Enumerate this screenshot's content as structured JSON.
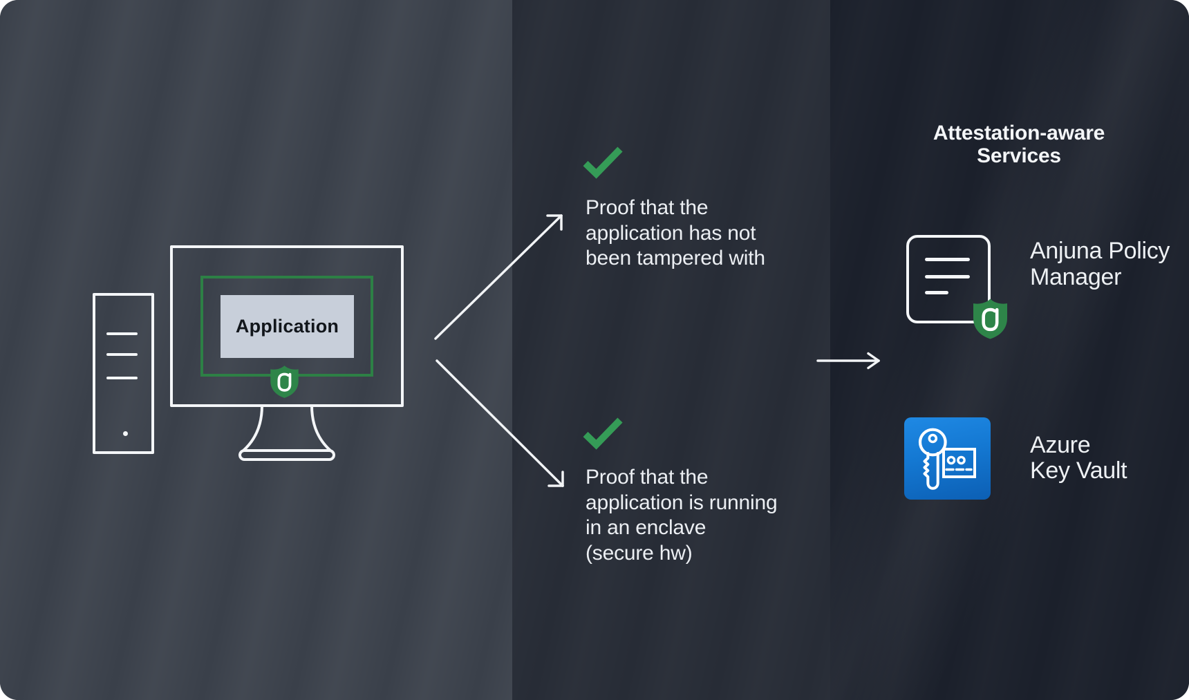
{
  "diagram": {
    "left": {
      "application_label": "Application",
      "icons": [
        "server-tower-icon",
        "monitor-icon",
        "enclave-border",
        "anjuna-shield-icon"
      ]
    },
    "middle": {
      "proofs": [
        {
          "icon": "check-icon",
          "lines": [
            "Proof that the",
            "application has not",
            "been tampered with"
          ]
        },
        {
          "icon": "check-icon",
          "lines": [
            "Proof that the",
            "application is running",
            "in an enclave",
            "(secure hw)"
          ]
        }
      ],
      "icons": [
        "arrow-up-right-icon",
        "arrow-down-right-icon"
      ]
    },
    "right": {
      "title_lines": [
        "Attestation-aware",
        "Services"
      ],
      "services": [
        {
          "icon": "policy-document-shield-icon",
          "label_lines": [
            "Anjuna Policy",
            "Manager"
          ]
        },
        {
          "icon": "azure-key-vault-icon",
          "label_lines": [
            "Azure",
            "Key Vault"
          ]
        }
      ],
      "icons": [
        "arrow-right-icon"
      ]
    },
    "colors": {
      "left_panel_bg": "#3a404a",
      "middle_panel_bg": "#272c36",
      "right_panel_bg": "#1b202b",
      "outline_white": "#f4f6f8",
      "text_white": "#eceff3",
      "check_green": "#359c57",
      "enclave_green": "#2d8045",
      "shield_green": "#2e8549",
      "app_box_bg": "#c8cfda",
      "app_text": "#12161b",
      "azure_blue_top": "#1f89e4",
      "azure_blue_bottom": "#0c5fb4"
    }
  }
}
